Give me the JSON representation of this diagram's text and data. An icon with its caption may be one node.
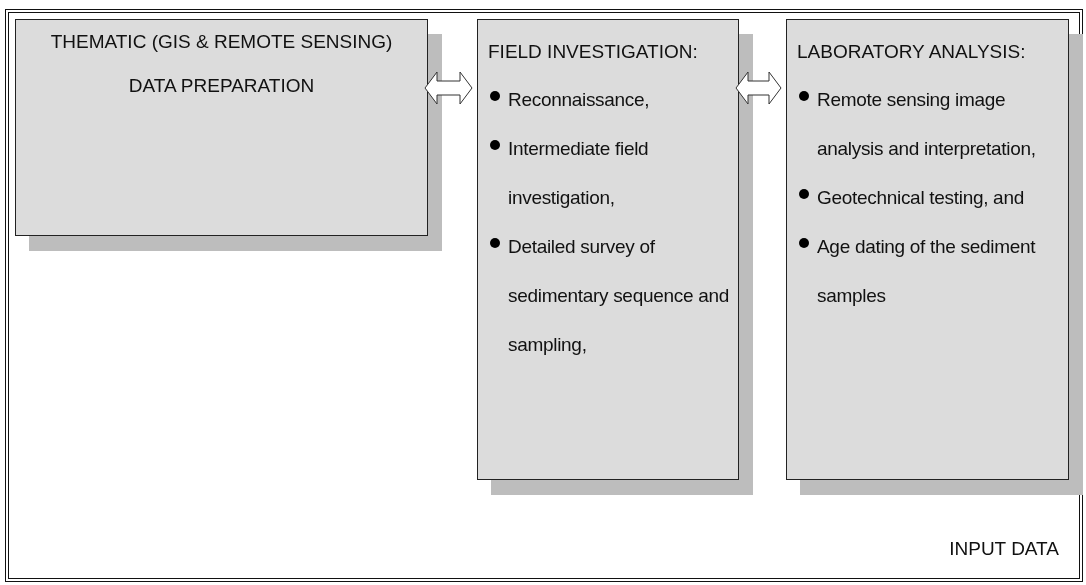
{
  "diagram": {
    "nodes": [
      {
        "text": [
          "INPUT DATA"
        ]
      },
      {
        "text": [
          "THEMATIC (GIS & REMOTE SENSING) DATA PREPARATION"
        ],
        "in": 0
      },
      {
        "text": [
          "FIELD INVESTIGATION:",
          "Reconnaissance,",
          "Intermediate field investigation,",
          "Detailed survey of sedimentary sequence and sampling,"
        ],
        "in": 0
      },
      {
        "text": [
          "LABORATORY ANALYSIS:",
          "Remote sensing image analysis and interpretation,",
          "Geotechnical testing, and",
          "Age dating of the sediment samples"
        ],
        "in": 0
      }
    ],
    "edges": [
      {
        "from": 1,
        "to": 2,
        "arrow": "both"
      },
      {
        "from": 2,
        "to": 3,
        "arrow": "both"
      }
    ]
  }
}
